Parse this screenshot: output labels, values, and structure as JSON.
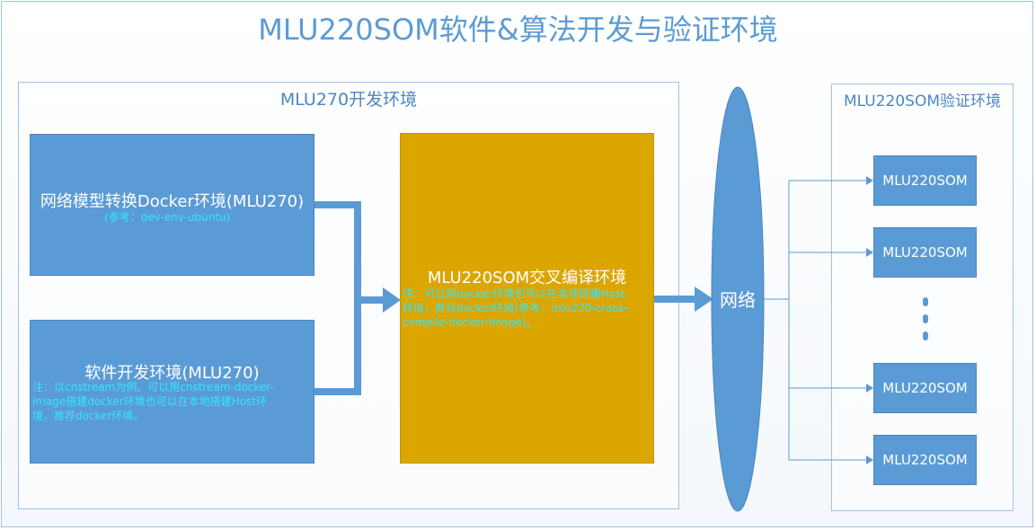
{
  "title": "MLU220SOM软件&算法开发与验证环境",
  "dev_env": {
    "title": "MLU270开发环境",
    "model_box": {
      "title": "网络模型转换Docker环境(MLU270)",
      "note": "(参考：dev-env-ubuntu)"
    },
    "software_box": {
      "title": "软件开发环境(MLU270)",
      "note_lines": [
        "注：以cnstream为例。可以用cnstream-docker-",
        "image搭建docker环境也可以在本地搭建Host环",
        "境，推荐docker环境。"
      ]
    },
    "cross_box": {
      "title": "MLU220SOM交叉编译环境",
      "note_lines": [
        "注：可以用docker环境也可以在本地搭建Host",
        "环境，推荐docker环境(参考：mlu220-cross-",
        "compile-docker-image)。"
      ]
    }
  },
  "network": {
    "label": "网络"
  },
  "verify_env": {
    "title": "MLU220SOM验证环境",
    "devices": [
      "MLU220SOM",
      "MLU220SOM",
      "MLU220SOM",
      "MLU220SOM"
    ]
  },
  "colors": {
    "blue": "#5b9bd5",
    "gold": "#dba600",
    "note": "#33e6ff",
    "line": "#5b9bd5"
  }
}
